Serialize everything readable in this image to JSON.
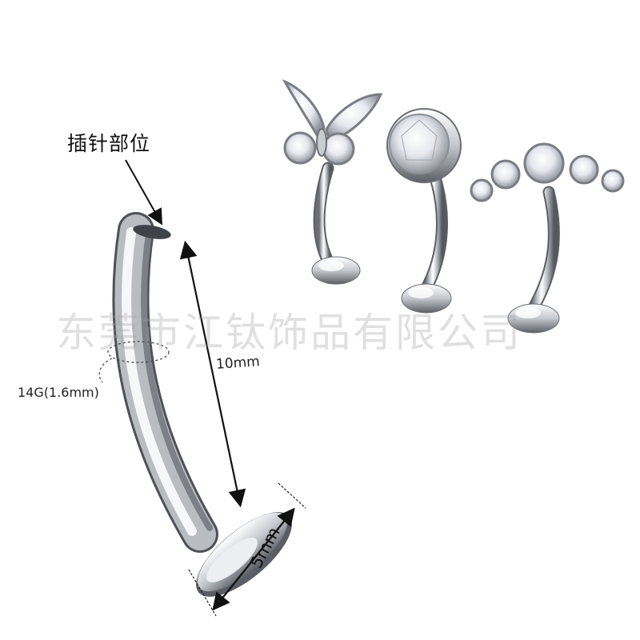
{
  "labels": {
    "insert_position": "插针部位",
    "gauge": "14G(1.6mm)",
    "length": "10mm",
    "disc_diameter": "5mm"
  },
  "watermark": "东莞市江钛饰品有限公司",
  "colors": {
    "background": "#ffffff",
    "metal_light": "#f4f5f7",
    "metal_dark": "#5a5d63",
    "annotation": "#111111"
  }
}
